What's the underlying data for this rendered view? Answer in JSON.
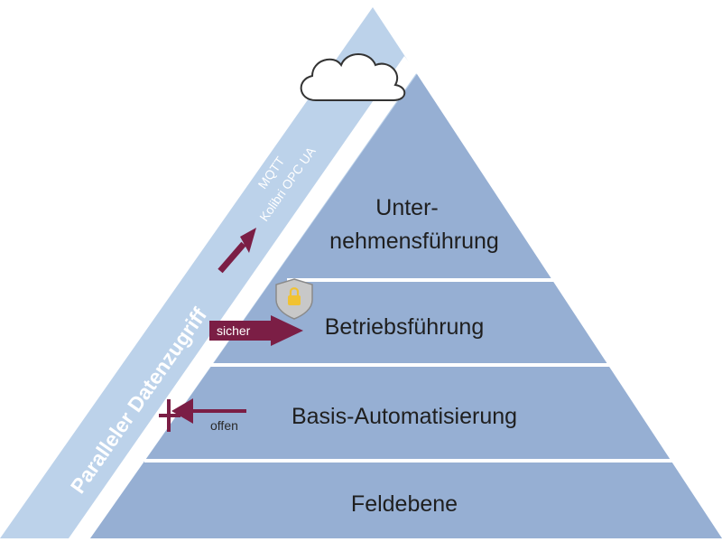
{
  "diagram": {
    "layers": [
      {
        "line1": "Unter-",
        "line2": "nehmensführung"
      },
      {
        "label": "Betriebsführung"
      },
      {
        "label": "Basis-Automatisierung"
      },
      {
        "label": "Feldebene"
      }
    ],
    "side_channel": {
      "title": "Paralleler Datenzugriff",
      "protocols_line1": "MQTT",
      "protocols_line2": "Kolibri  OPC UA"
    },
    "arrows": {
      "secure_label": "sicher",
      "open_label": "offen"
    },
    "icons": [
      "cloud-icon",
      "shield-lock-icon",
      "arrow-up-right-icon",
      "arrow-right-icon",
      "arrow-left-blocked-icon"
    ],
    "colors": {
      "pyramid": "#96afd3",
      "pyramid_stroke": "#ffffff",
      "side_band": "#bcd2ea",
      "arrow": "#7b1e45",
      "shield": "#b9b9b9",
      "lock": "#f1c232"
    }
  }
}
